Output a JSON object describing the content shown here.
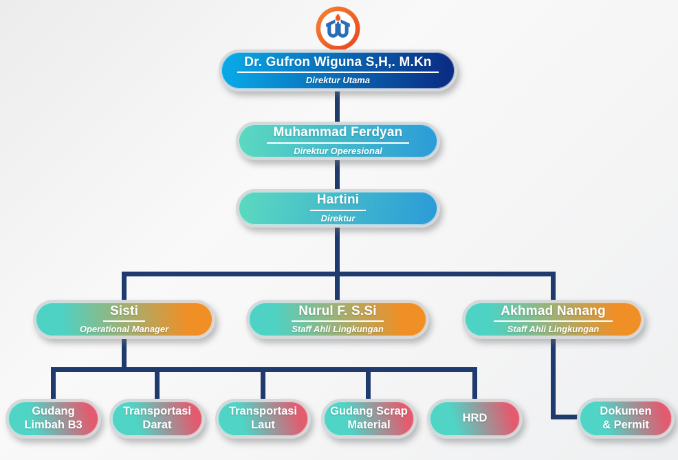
{
  "org": {
    "top": {
      "name": "Dr. Gufron Wiguna S,H,. M.Kn",
      "title": "Direktur Utama"
    },
    "level2": {
      "name": "Muhammad Ferdyan",
      "title": "Direktur Operesional"
    },
    "level3": {
      "name": "Hartini",
      "title": "Direktur"
    },
    "managers": [
      {
        "name": "Sisti",
        "title": "Operational Manager"
      },
      {
        "name": "Nurul F. S.Si",
        "title": "Staff Ahli Lingkungan"
      },
      {
        "name": "Akhmad Nanang",
        "title": "Staff Ahli Lingkungan"
      }
    ],
    "units": [
      {
        "line1": "Gudang",
        "line2": "Limbah B3"
      },
      {
        "line1": "Transportasi",
        "line2": "Darat"
      },
      {
        "line1": "Transportasi",
        "line2": "Laut"
      },
      {
        "line1": "Gudang Scrap",
        "line2": "Material"
      },
      {
        "line1": "HRD",
        "line2": ""
      },
      {
        "line1": "Dokumen",
        "line2": "& Permit"
      }
    ]
  },
  "colors": {
    "connector": "#1f3b6e",
    "blue_start": "#09a7e6",
    "blue_end": "#0a2e85",
    "tealblue_start": "#5bd8c0",
    "tealblue_end": "#2c9cd7",
    "tealorange_start": "#4ed2c4",
    "tealorange_end": "#ef8f26",
    "tealpink_start": "#4fd4c6",
    "tealpink_end": "#e25b6f",
    "logo_ring": "#ed5a21",
    "logo_emblem": "#2a6cb5",
    "logo_flame": "#f15a24"
  }
}
